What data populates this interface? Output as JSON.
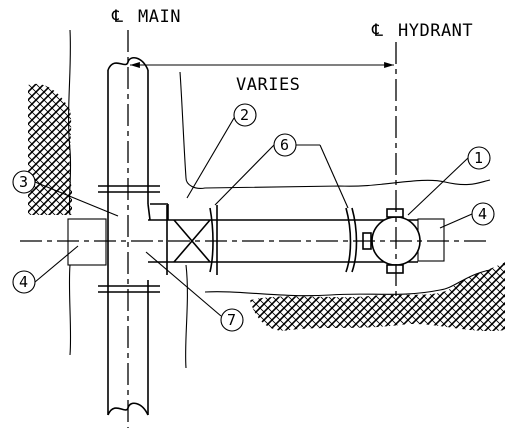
{
  "labels": {
    "cl_main": "MAIN",
    "cl_hydrant": "HYDRANT",
    "varies": "VARIES"
  },
  "callouts": [
    "1",
    "2",
    "3",
    "4",
    "4",
    "6",
    "7"
  ]
}
